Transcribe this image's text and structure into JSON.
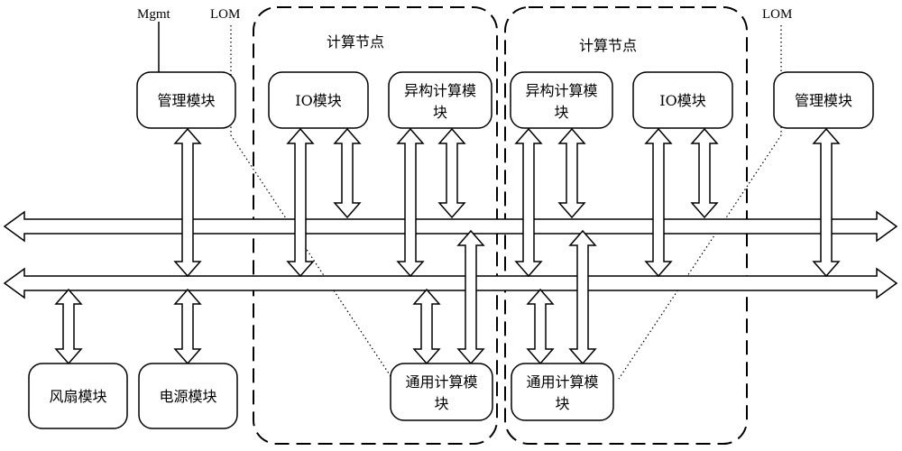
{
  "labels": {
    "mgmt": "Mgmt",
    "lom_left": "LOM",
    "lom_right": "LOM"
  },
  "nodes": {
    "left": {
      "title": "计算节点"
    },
    "right": {
      "title": "计算节点"
    }
  },
  "modules": {
    "mgmt_left": {
      "lines": [
        "管理模块"
      ]
    },
    "io_left": {
      "lines": [
        "IO模块"
      ]
    },
    "hetero_left": {
      "lines": [
        "异构计算模",
        "块"
      ]
    },
    "hetero_right": {
      "lines": [
        "异构计算模",
        "块"
      ]
    },
    "io_right": {
      "lines": [
        "IO模块"
      ]
    },
    "mgmt_right": {
      "lines": [
        "管理模块"
      ]
    },
    "fan": {
      "lines": [
        "风扇模块"
      ]
    },
    "power": {
      "lines": [
        "电源模块"
      ]
    },
    "general_left": {
      "lines": [
        "通用计算模",
        "块"
      ]
    },
    "general_right": {
      "lines": [
        "通用计算模",
        "块"
      ]
    }
  }
}
